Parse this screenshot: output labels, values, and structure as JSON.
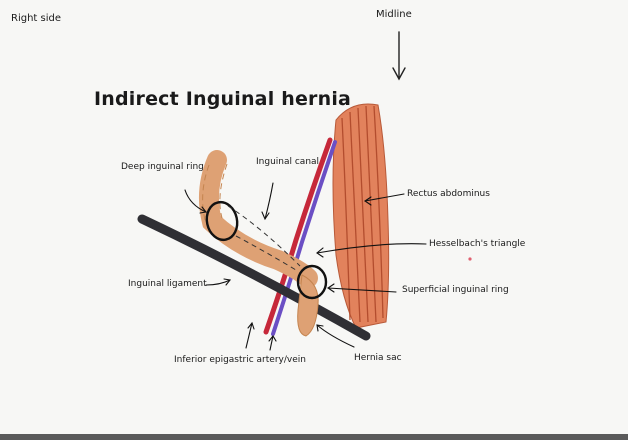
{
  "labels": {
    "corner_left": "Right side",
    "midline": "Midline",
    "title": "Indirect Inguinal hernia",
    "deep_ring": "Deep inguinal ring",
    "canal": "Inguinal canal",
    "rectus": "Rectus abdominus",
    "hesselbach": "Hesselbach's triangle",
    "ligament": "Inguinal ligament",
    "superficial_ring": "Superficial inguinal ring",
    "epigastric": "Inferior epigastric artery/vein",
    "sac": "Hernia sac"
  },
  "colors": {
    "hernia": "#dea174",
    "muscle": "#dd7a54",
    "artery": "#c6283a",
    "vein": "#6b4fc4",
    "ligament": "#2f2f34",
    "ink": "#111111"
  },
  "icons": {
    "midline_arrow": "arrow-down-icon"
  }
}
